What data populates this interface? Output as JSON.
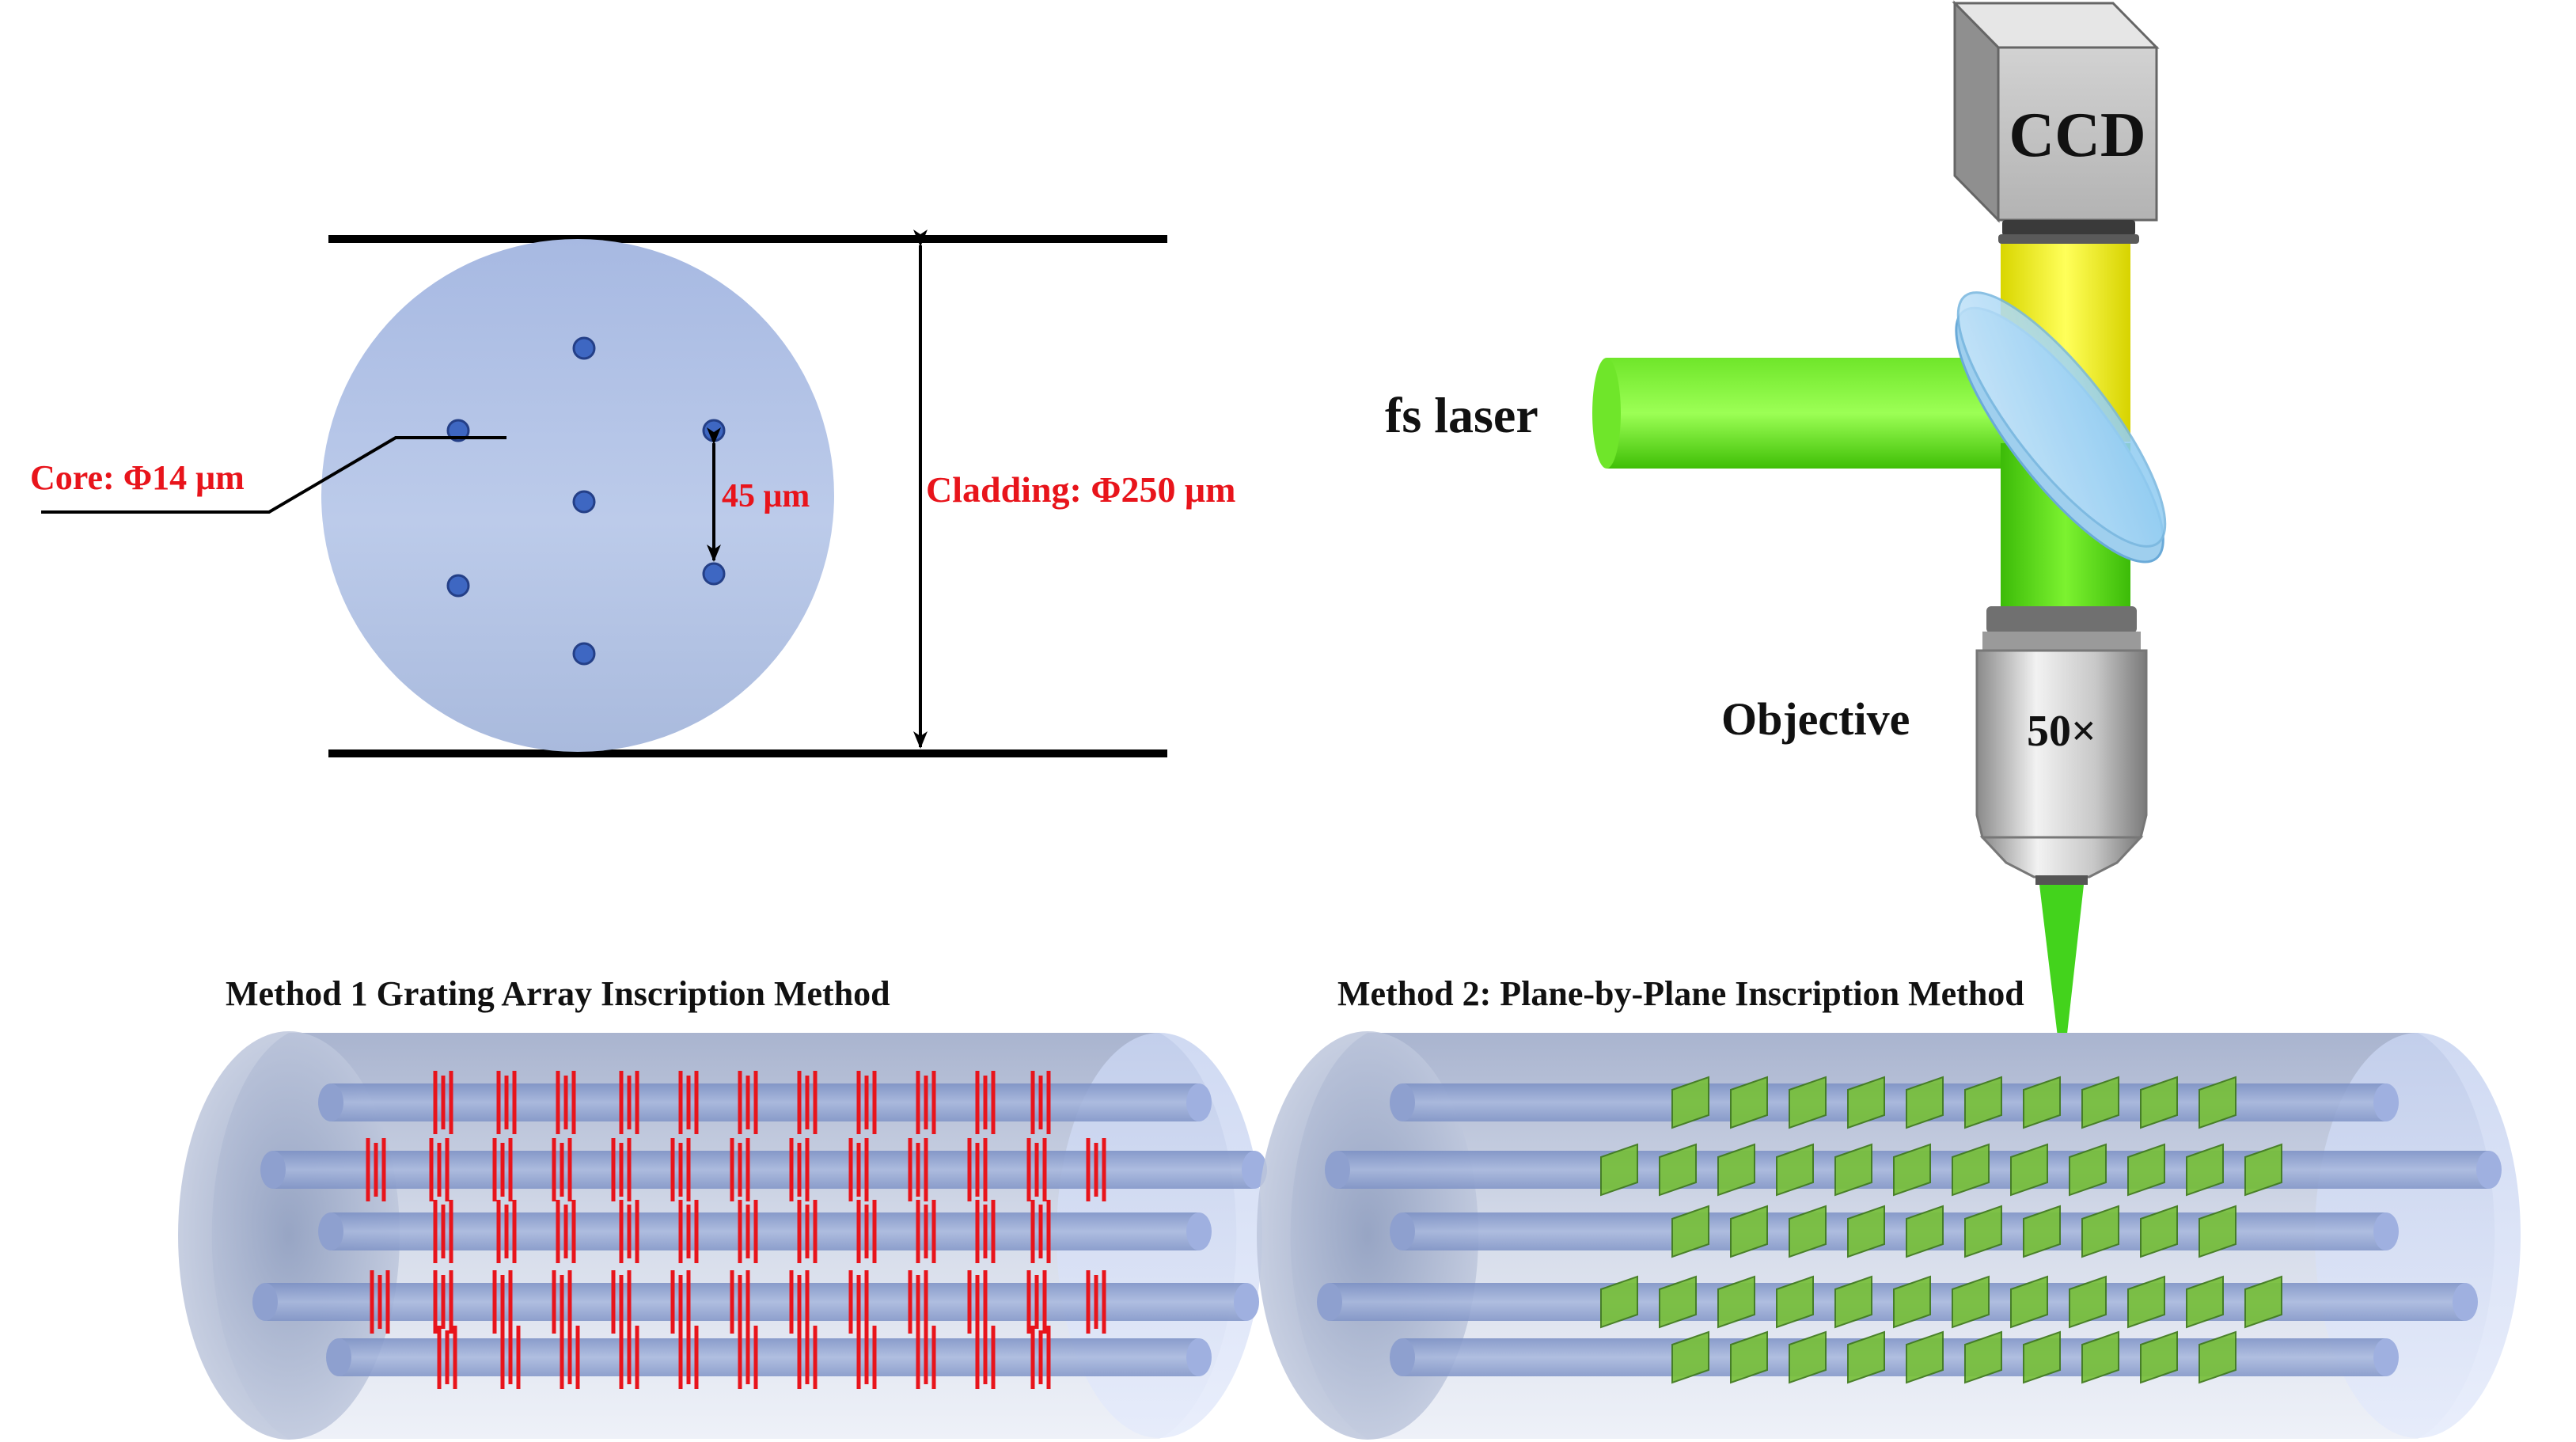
{
  "cross_section": {
    "core_label": "Core: Φ14 μm",
    "pitch_label": "45 μm",
    "cladding_label": "Cladding: Φ250 μm"
  },
  "setup": {
    "ccd_label": "CCD",
    "laser_label": "fs laser",
    "objective_label": "Objective",
    "magnification_label": "50×"
  },
  "methods": {
    "method1_title": "Method 1 Grating Array Inscription Method",
    "method2_title": "Method 2: Plane-by-Plane Inscription Method"
  },
  "colors": {
    "label_red": "#e8141b",
    "core_blue": "#3e67c2",
    "cladding_fill": "#b3c3e6",
    "laser_green": "#4cd00c",
    "ccd_yellow": "#f2ef1a",
    "grating_red": "#e8141b",
    "plane_green": "#78c03a"
  }
}
